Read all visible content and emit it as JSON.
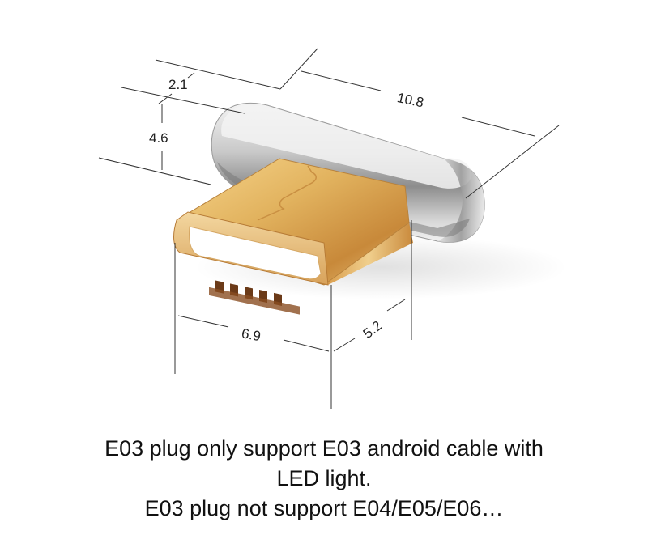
{
  "dimensions": {
    "top_length": "10.8",
    "top_depth": "2.1",
    "height": "4.6",
    "tip_width": "6.9",
    "tip_length": "5.2"
  },
  "caption": {
    "line1": "E03 plug only support E03 android cable with",
    "line2": "LED light.",
    "line3": "E03 plug not support E04/E05/E06…"
  }
}
